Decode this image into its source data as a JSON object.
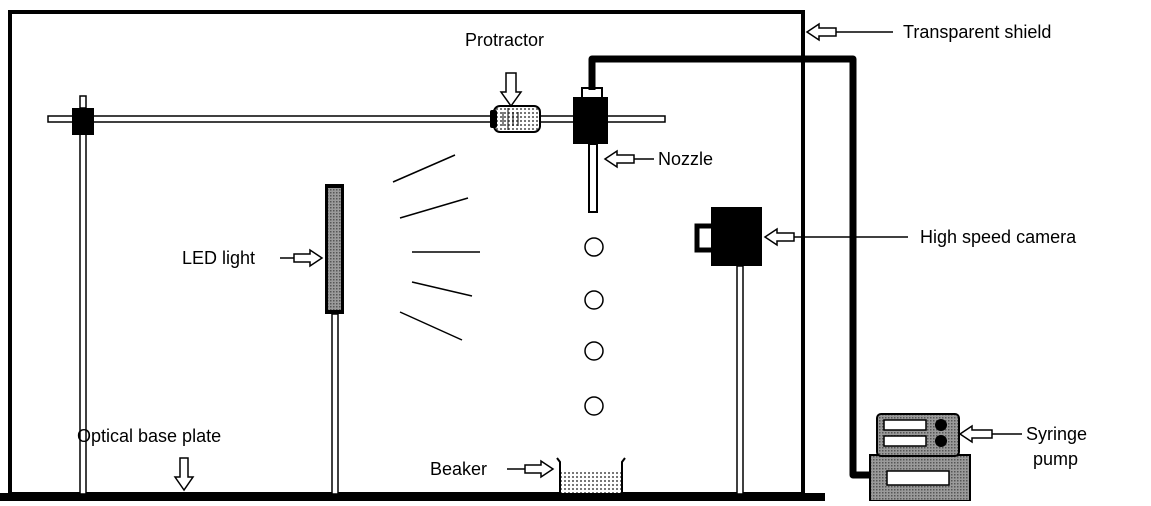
{
  "labels": {
    "transparent_shield": "Transparent shield",
    "protractor": "Protractor",
    "nozzle": "Nozzle",
    "high_speed_camera": "High speed camera",
    "led_light": "LED light",
    "syringe_pump_line1": "Syringe",
    "syringe_pump_line2": "pump",
    "optical_base_plate": "Optical base plate",
    "beaker": "Beaker"
  },
  "colors": {
    "stroke": "#000000",
    "background": "#ffffff",
    "hatch": "#888888"
  }
}
